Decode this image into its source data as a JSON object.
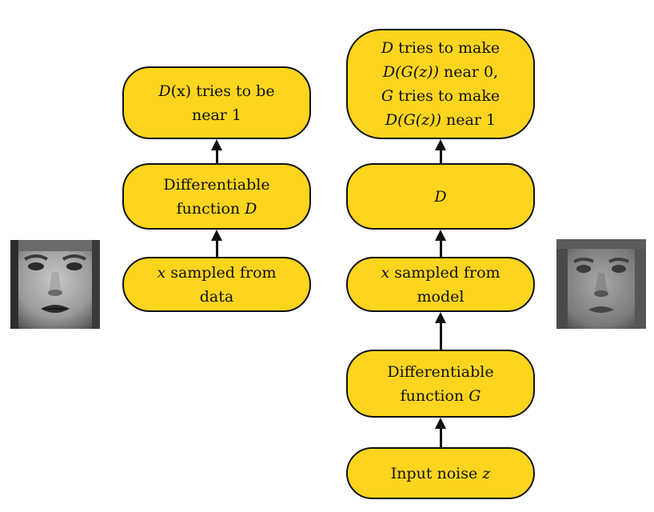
{
  "left_column": {
    "top": {
      "line1_pre": "D",
      "line1_post": "(x) tries to be",
      "line2": "near 1"
    },
    "middle": {
      "line1": "Differentiable",
      "line2_pre": "function ",
      "line2_var": "D"
    },
    "bottom": {
      "line1_var": "x",
      "line1_post": " sampled from",
      "line2": "data"
    }
  },
  "right_column": {
    "top": {
      "line1_var": "D",
      "line1_post": " tries to make",
      "line2_var": "D(G(z))",
      "line2_post": " near 0,",
      "line3_var": "G",
      "line3_post": " tries to make",
      "line4_var": "D(G(z))",
      "line4_post": " near 1"
    },
    "discriminator": {
      "label": "D"
    },
    "sample": {
      "line1_var": "x",
      "line1_post": " sampled from",
      "line2": "model"
    },
    "generator": {
      "line1": "Differentiable",
      "line2_pre": "function ",
      "line2_var": "G"
    },
    "noise": {
      "pre": "Input noise ",
      "var": "z"
    }
  },
  "images": {
    "real_face": "real-face-photo",
    "generated_face": "generated-face-photo"
  },
  "colors": {
    "box_fill": "#FDD51E",
    "stroke": "#111111"
  }
}
